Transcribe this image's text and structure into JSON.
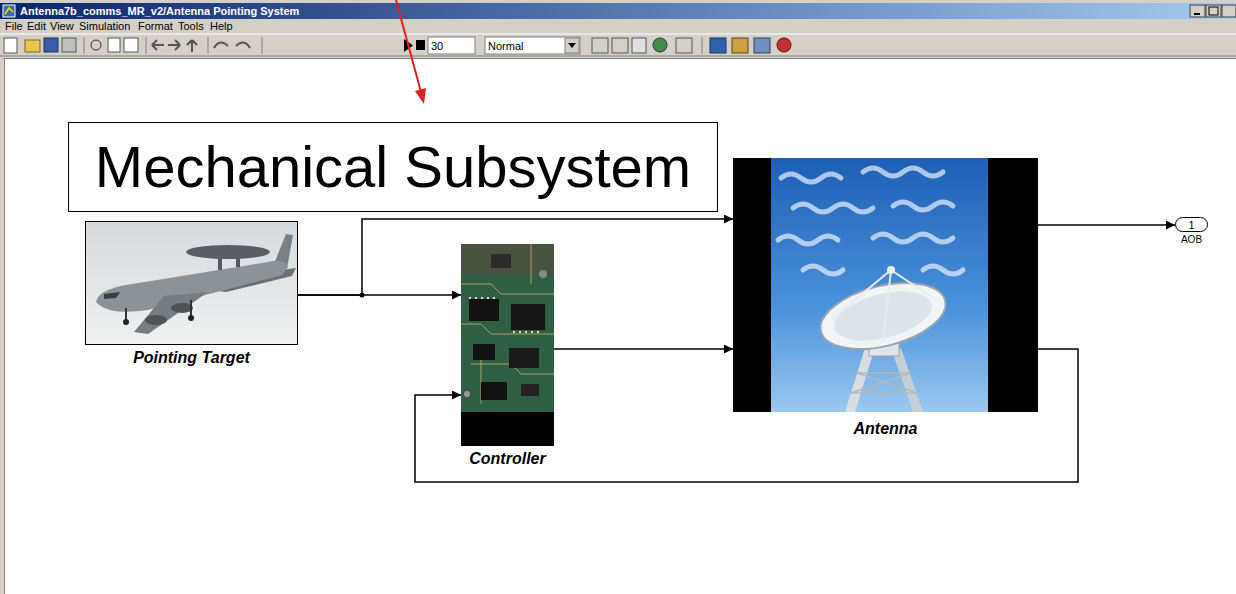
{
  "diagram": {
    "title": "Antenna7b_comms_MR_v2/Antenna Pointing System",
    "nodes": [
      {
        "text": [
          "Mechanical Subsystem"
        ]
      },
      {
        "text": [
          "Pointing Target"
        ]
      },
      {
        "text": [
          "Controller"
        ]
      },
      {
        "text": [
          "Antenna"
        ]
      },
      {
        "text": [
          "1",
          "AOB"
        ]
      }
    ],
    "edges": [
      {
        "from": 1,
        "to": 3,
        "arrow": "to"
      },
      {
        "from": 1,
        "to": 2,
        "arrow": "to"
      },
      {
        "from": 2,
        "to": 3,
        "arrow": "to"
      },
      {
        "from": 3,
        "to": 2,
        "arrow": "to"
      },
      {
        "from": 3,
        "to": 4,
        "arrow": "to"
      }
    ],
    "labels": [
      "File",
      "Edit",
      "View",
      "Simulation",
      "Format",
      "Tools",
      "Help",
      "30",
      "Normal"
    ]
  }
}
